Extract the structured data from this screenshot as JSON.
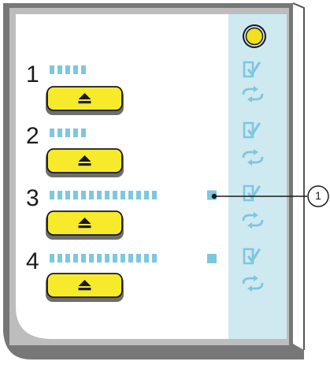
{
  "colors": {
    "bezel": "#767676",
    "bezel_inner": "#bdbdbd",
    "face": "#ffffff",
    "status_strip": "#cfe9f1",
    "indicator": "#7ec7df",
    "eject_button": "#f6ea2a",
    "led_yellow": "#f4df1e"
  },
  "icons": {
    "status_led": "yellow-circle-led",
    "eject": "eject-icon",
    "document_check": "document-check-icon",
    "refresh": "refresh-arrows-icon"
  },
  "slots": [
    {
      "number": "1",
      "fill_level": 0.25
    },
    {
      "number": "2",
      "fill_level": 0.25
    },
    {
      "number": "3",
      "fill_level": 1.0
    },
    {
      "number": "4",
      "fill_level": 1.0
    }
  ],
  "callout": {
    "label": "1"
  }
}
